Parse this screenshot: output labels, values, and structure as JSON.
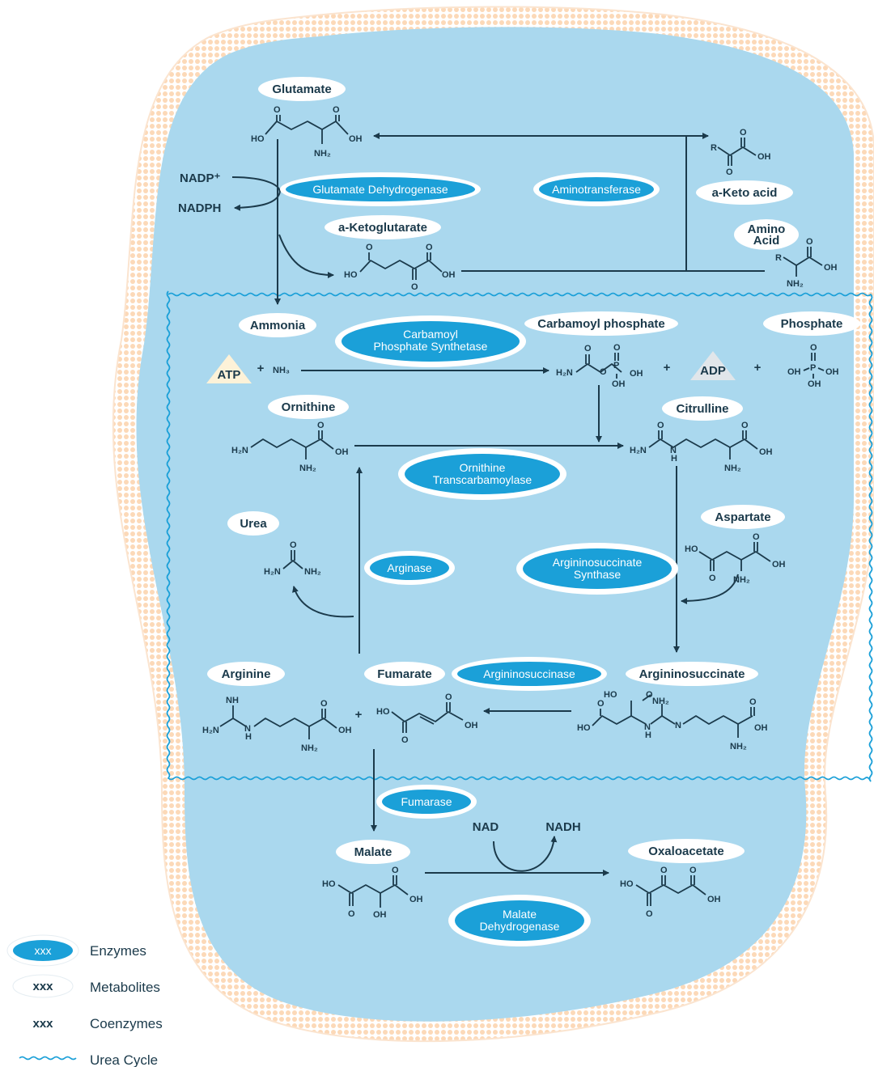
{
  "colors": {
    "cytoplasm": "#aad8ee",
    "membrane": "#fbe0c8",
    "enzyme_fill": "#1ba0d8",
    "urea_cycle_line": "#1ba0d8",
    "text": "#1b3a4b"
  },
  "metabolites": {
    "glutamate": "Glutamate",
    "a_ketoglutarate": "a-Ketoglutarate",
    "a_keto_acid": "a-Keto acid",
    "amino_acid_line1": "Amino",
    "amino_acid_line2": "Acid",
    "ammonia": "Ammonia",
    "carbamoyl_phosphate": "Carbamoyl phosphate",
    "phosphate": "Phosphate",
    "ornithine": "Ornithine",
    "citrulline": "Citrulline",
    "urea": "Urea",
    "aspartate": "Aspartate",
    "arginine": "Arginine",
    "fumarate": "Fumarate",
    "argininosuccinate": "Argininosuccinate",
    "malate": "Malate",
    "oxaloacetate": "Oxaloacetate"
  },
  "enzymes": {
    "glutamate_dehydrogenase": "Glutamate Dehydrogenase",
    "aminotransferase": "Aminotransferase",
    "cps_line1": "Carbamoyl",
    "cps_line2": "Phosphate Synthetase",
    "otc_line1": "Ornithine",
    "otc_line2": "Transcarbamoylase",
    "arginase": "Arginase",
    "ass_line1": "Argininosuccinate",
    "ass_line2": "Synthase",
    "argininosuccinase": "Argininosuccinase",
    "fumarase": "Fumarase",
    "mdh_line1": "Malate",
    "mdh_line2": "Dehydrogenase"
  },
  "coenzymes": {
    "nadp_plus": "NADP⁺",
    "nadph": "NADPH",
    "atp": "ATP",
    "adp": "ADP",
    "nh3": "NH₃",
    "nad": "NAD",
    "nadh": "NADH",
    "plus": "+"
  },
  "atoms": {
    "O": "O",
    "HO": "HO",
    "OH": "OH",
    "NH2": "NH₂",
    "H2N": "H₂N",
    "R": "R",
    "P": "P",
    "H": "H",
    "NH": "NH",
    "N": "N"
  },
  "legend": {
    "sample": "xxx",
    "enzymes": "Enzymes",
    "metabolites": "Metabolites",
    "coenzymes": "Coenzymes",
    "urea_cycle": "Urea Cycle"
  }
}
